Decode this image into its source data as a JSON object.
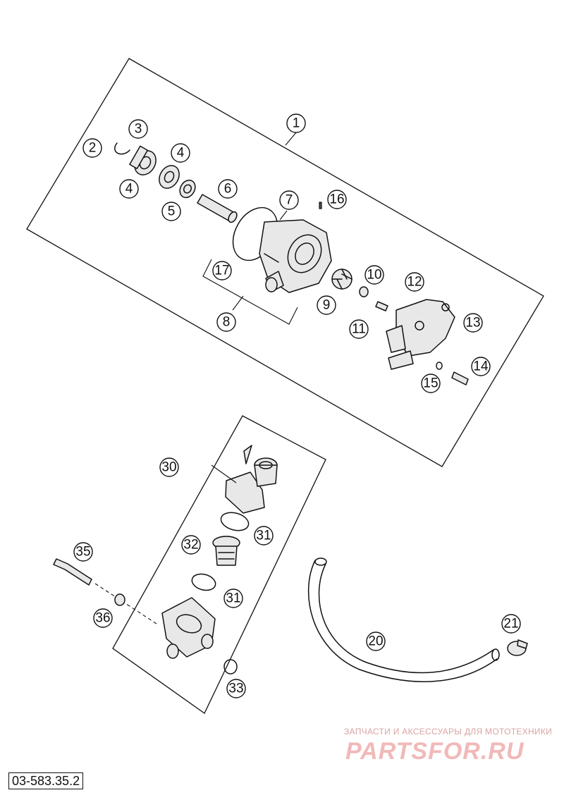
{
  "diagram": {
    "drawing_number": "03-583.35.2",
    "watermark": {
      "caption": "ЗАПЧАСТИ И АКСЕССУАРЫ ДЛЯ МОТОТЕХНИКИ",
      "logo": "PARTSFOR.RU"
    },
    "callouts": [
      {
        "id": "c1",
        "label": "1"
      },
      {
        "id": "c2",
        "label": "2"
      },
      {
        "id": "c3",
        "label": "3"
      },
      {
        "id": "c4a",
        "label": "4"
      },
      {
        "id": "c4b",
        "label": "4"
      },
      {
        "id": "c5",
        "label": "5"
      },
      {
        "id": "c6",
        "label": "6"
      },
      {
        "id": "c7",
        "label": "7"
      },
      {
        "id": "c8",
        "label": "8"
      },
      {
        "id": "c9",
        "label": "9"
      },
      {
        "id": "c10",
        "label": "10"
      },
      {
        "id": "c11",
        "label": "11"
      },
      {
        "id": "c12",
        "label": "12"
      },
      {
        "id": "c13",
        "label": "13"
      },
      {
        "id": "c14",
        "label": "14"
      },
      {
        "id": "c15",
        "label": "15"
      },
      {
        "id": "c16",
        "label": "16"
      },
      {
        "id": "c17",
        "label": "17"
      },
      {
        "id": "c20",
        "label": "20"
      },
      {
        "id": "c21",
        "label": "21"
      },
      {
        "id": "c30",
        "label": "30"
      },
      {
        "id": "c31a",
        "label": "31"
      },
      {
        "id": "c31b",
        "label": "31"
      },
      {
        "id": "c32",
        "label": "32"
      },
      {
        "id": "c33",
        "label": "33"
      },
      {
        "id": "c35",
        "label": "35"
      },
      {
        "id": "c36",
        "label": "36"
      }
    ]
  }
}
